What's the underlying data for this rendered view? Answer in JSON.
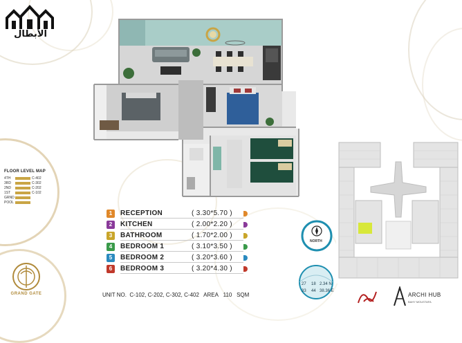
{
  "brand": {
    "arabic_name": "الأبطال",
    "grand_gate": "GRAND GATE"
  },
  "floor_level_map": {
    "title": "FLOOR LEVEL MAP",
    "levels": [
      {
        "level": "4TH",
        "code": "C-402"
      },
      {
        "level": "3RD",
        "code": "C-302"
      },
      {
        "level": "2ND",
        "code": "C-202"
      },
      {
        "level": "1ST",
        "code": "C-102"
      },
      {
        "level": "GRND",
        "code": ""
      },
      {
        "level": "POOL",
        "code": ""
      }
    ],
    "bar_color": "#c9a545"
  },
  "legend": {
    "rooms": [
      {
        "num": "1",
        "name": "RECEPTION",
        "dims": "( 3.30*5.70 )",
        "color": "#e0882a"
      },
      {
        "num": "2",
        "name": "KITCHEN",
        "dims": "( 2.00*2.20 )",
        "color": "#8a3a9a"
      },
      {
        "num": "3",
        "name": "BATHROOM",
        "dims": "( 1.70*2.00 )",
        "color": "#c9a52a"
      },
      {
        "num": "4",
        "name": "BEDROOM 1",
        "dims": "( 3.10*3.50 )",
        "color": "#3a9a4a"
      },
      {
        "num": "5",
        "name": "BEDROOM 2",
        "dims": "( 3.20*3.60 )",
        "color": "#2a8abf"
      },
      {
        "num": "6",
        "name": "BEDROOM 3",
        "dims": "( 3.20*4.30 )",
        "color": "#c0392b"
      }
    ]
  },
  "unit": {
    "label": "UNIT NO.",
    "numbers": "C-102, C-202, C-302, C-402",
    "area_label": "AREA",
    "area_value": "110",
    "area_unit": "SQM"
  },
  "compass": {
    "label": "NORTH"
  },
  "coordinates": {
    "lat_deg": "27",
    "lat_min": "18",
    "lat_sec": "2.34 N",
    "lon_deg": "33",
    "lon_min": "44",
    "lon_sec": "38.36 E"
  },
  "architect": {
    "name": "ARCHI HUB",
    "subtitle": "BAHY MOUSTAFA"
  },
  "site_plan": {
    "highlight_color": "#d8e83a"
  }
}
